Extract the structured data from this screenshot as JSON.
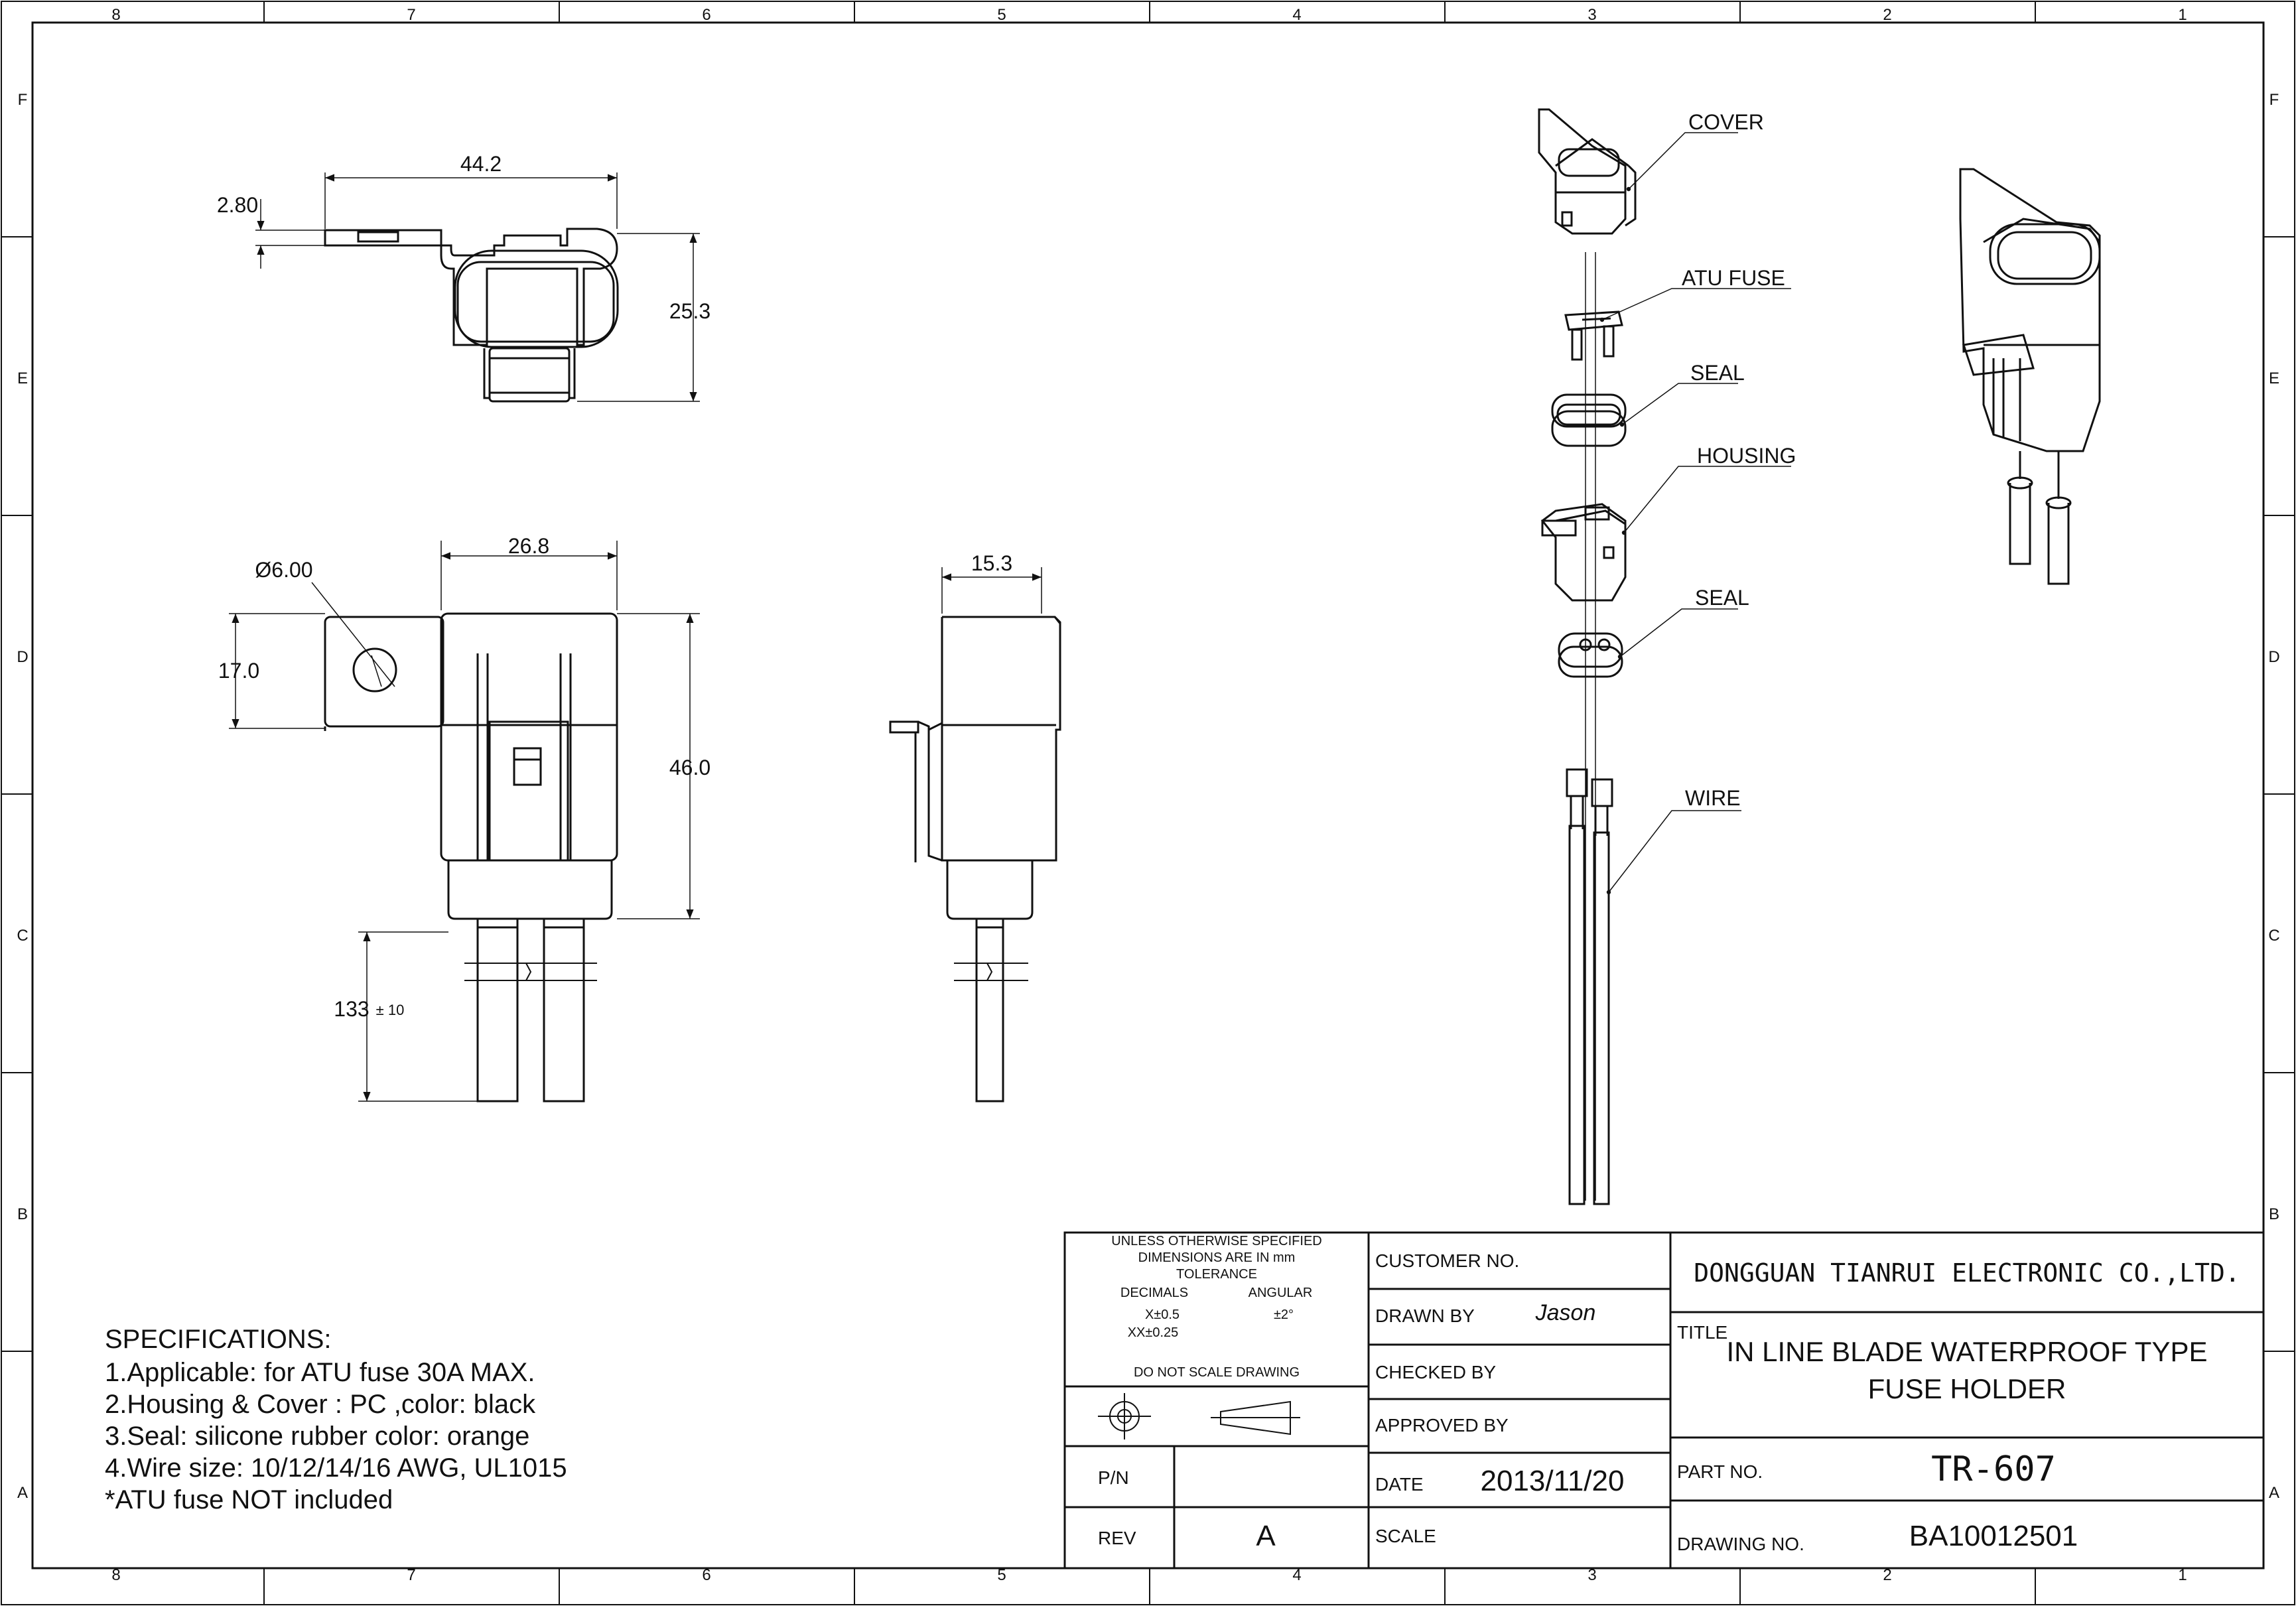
{
  "border": {
    "top_zones": [
      "8",
      "7",
      "6",
      "5",
      "4",
      "3",
      "2",
      "1"
    ],
    "bottom_zones": [
      "8",
      "7",
      "6",
      "5",
      "4",
      "3",
      "2",
      "1"
    ],
    "side_zones": [
      "F",
      "E",
      "D",
      "C",
      "B",
      "A"
    ]
  },
  "dimensions": {
    "top_width": "44.2",
    "tab_thickness": "2.80",
    "top_height": "25.3",
    "front_width": "26.8",
    "hole_diameter": "Ø6.00",
    "tab_height": "17.0",
    "front_height": "46.0",
    "side_width": "15.3",
    "wire_length": "133",
    "wire_tolerance": "± 10"
  },
  "exploded_labels": {
    "cover": "COVER",
    "atu_fuse": "ATU FUSE",
    "seal_top": "SEAL",
    "housing": "HOUSING",
    "seal_bottom": "SEAL",
    "wire": "WIRE"
  },
  "specifications": {
    "heading": "SPECIFICATIONS:",
    "lines": [
      "1.Applicable: for ATU fuse 30A MAX.",
      "2.Housing & Cover : PC ,color: black",
      "3.Seal: silicone rubber color: orange",
      "4.Wire size: 10/12/14/16 AWG, UL1015",
      "*ATU fuse NOT included"
    ]
  },
  "title_block": {
    "tolerance_note_1": "UNLESS OTHERWISE SPECIFIED",
    "tolerance_note_2": "DIMENSIONS ARE IN mm",
    "tolerance_note_3": "TOLERANCE",
    "decimals_label": "DECIMALS",
    "angular_label": "ANGULAR",
    "decimal_x": "X±0.5",
    "decimal_xx": "XX±0.25",
    "angular_value": "±2°",
    "do_not_scale": "DO NOT SCALE DRAWING",
    "pn_label": "P/N",
    "pn_value": "",
    "rev_label": "REV",
    "rev_value": "A",
    "customer_no_label": "CUSTOMER NO.",
    "drawn_by_label": "DRAWN BY",
    "drawn_by_value": "Jason",
    "checked_by_label": "CHECKED BY",
    "approved_by_label": "APPROVED BY",
    "date_label": "DATE",
    "date_value": "2013/11/20",
    "scale_label": "SCALE",
    "company": "DONGGUAN TIANRUI ELECTRONIC CO.,LTD.",
    "title_label": "TITLE",
    "title_line_1": "IN LINE BLADE WATERPROOF TYPE",
    "title_line_2": "FUSE HOLDER",
    "part_no_label": "PART NO.",
    "part_no_value": "TR-607",
    "drawing_no_label": "DRAWING NO.",
    "drawing_no_value": "BA10012501"
  }
}
